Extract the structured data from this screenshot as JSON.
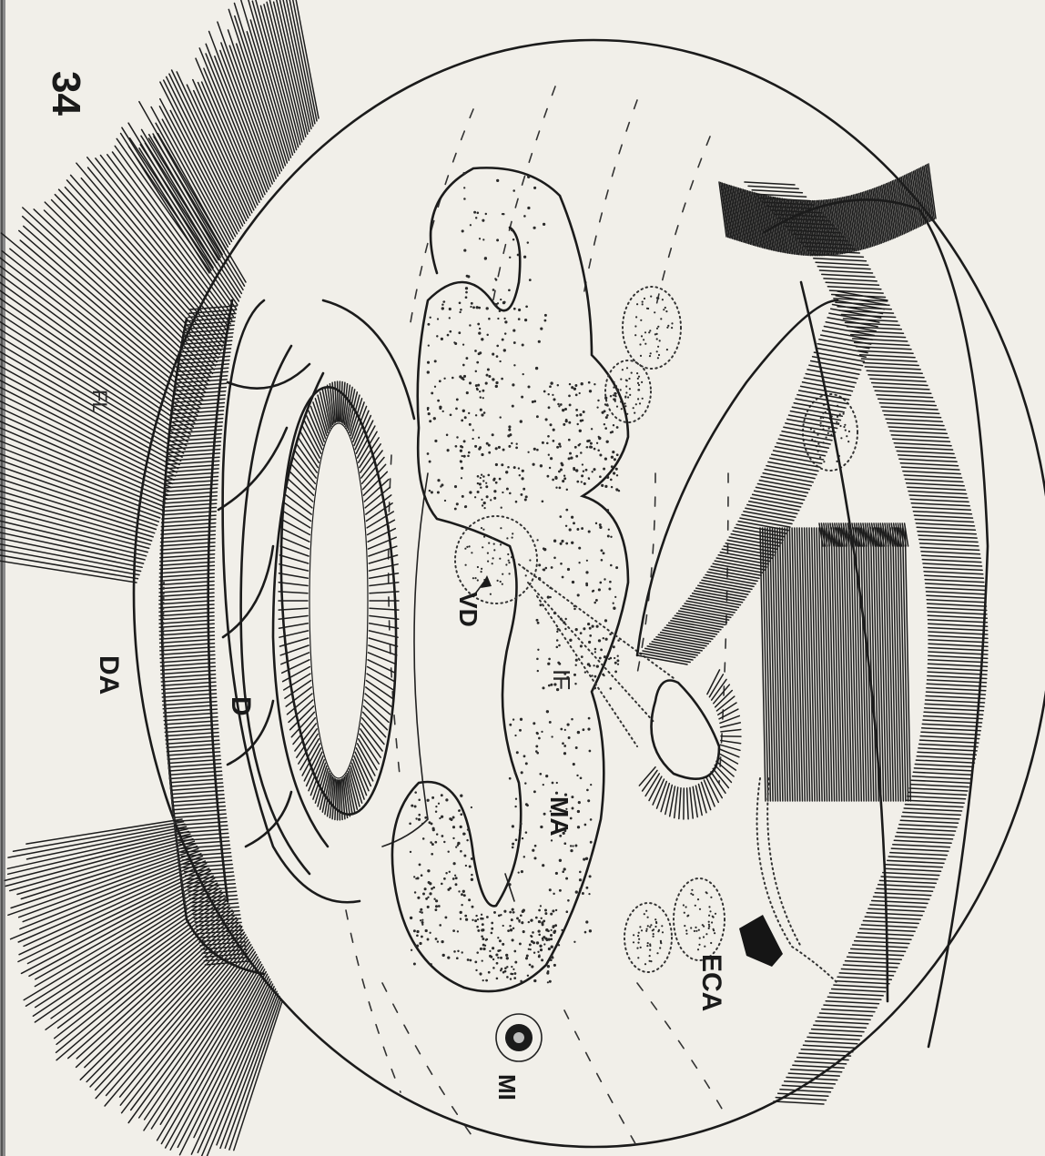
{
  "figure": {
    "number": "34",
    "labels": {
      "FL": "FL",
      "DA": "DA",
      "D": "D",
      "VD": "VD",
      "IF": "IF",
      "MA": "MA",
      "MI": "MI",
      "ECA": "ECA"
    }
  }
}
